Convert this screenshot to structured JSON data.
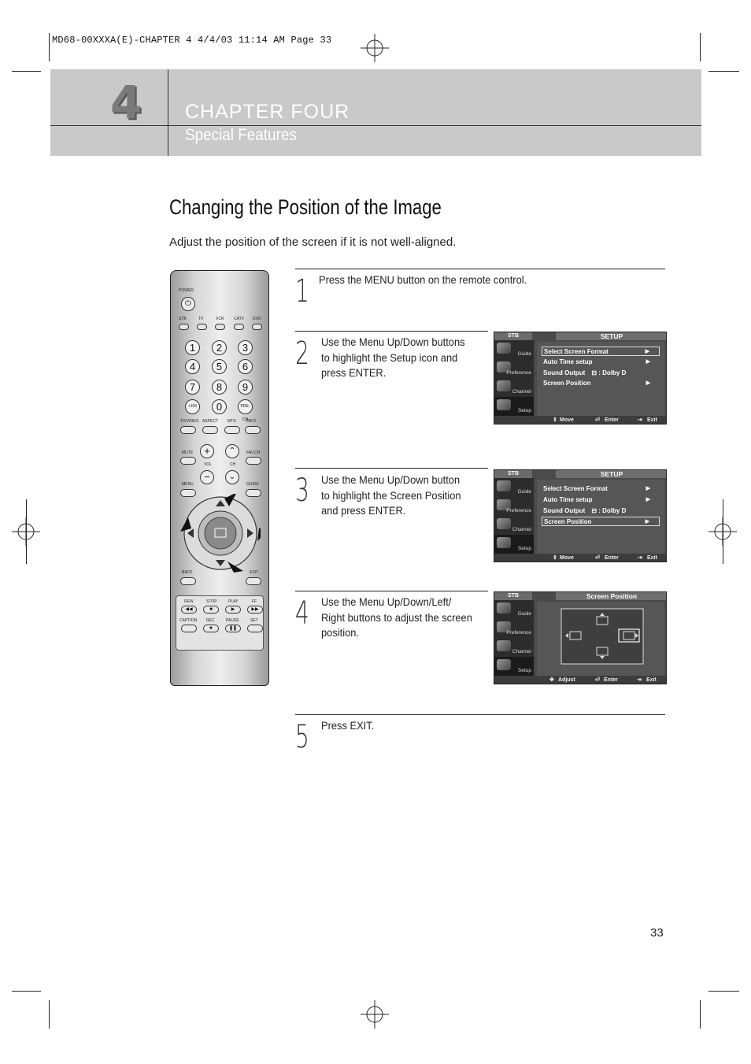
{
  "slug": "MD68-00XXXA(E)-CHAPTER 4  4/4/03  11:14 AM  Page 33",
  "header": {
    "chapter_number": "4",
    "chapter_word": "CHAPTER FOUR",
    "chapter_subtitle": "Special Features"
  },
  "title": "Changing the Position of the Image",
  "intro": "Adjust the position of the screen if it is not well-aligned.",
  "steps": [
    {
      "num": "1",
      "text": "Press the MENU button on the remote control."
    },
    {
      "num": "2",
      "lines": [
        "Use the Menu Up/Down buttons",
        "to highlight the Setup icon and",
        "press ENTER."
      ]
    },
    {
      "num": "3",
      "lines": [
        "Use the Menu Up/Down button",
        "to highlight the Screen Position",
        "and press ENTER."
      ]
    },
    {
      "num": "4",
      "lines": [
        "Use the Menu Up/Down/Left/",
        "Right buttons to adjust the screen",
        "position."
      ]
    },
    {
      "num": "5",
      "text": "Press EXIT."
    }
  ],
  "osd": {
    "tab": "STB",
    "setup_title": "SETUP",
    "position_title": "Screen Position",
    "menu_items": [
      "Select Screen Format",
      "Auto Time setup",
      "Sound Output",
      "Screen Position"
    ],
    "sound_value": ": Dolby D",
    "side_items": [
      "Guide",
      "Preference",
      "Channel",
      "Setup"
    ],
    "bottom_move": "Move",
    "bottom_adjust": "Adjust",
    "bottom_enter": "Enter",
    "bottom_exit": "Exit"
  },
  "remote": {
    "power": "POWER",
    "sources": [
      "STB",
      "TV",
      "VCR",
      "CATV",
      "DVD"
    ],
    "numbers": [
      "1",
      "2",
      "3",
      "4",
      "5",
      "6",
      "7",
      "8",
      "9",
      "0"
    ],
    "plus100": "+100",
    "prech": "PRE-CH",
    "row_labels": [
      "TV/VIDEO",
      "ASPECT",
      "MTS",
      "INFO"
    ],
    "mute": "MUTE",
    "vol": "VOL",
    "ch": "CH",
    "favch": "FAV.CH",
    "menu": "MENU",
    "guide": "GUIDE",
    "back": "BACK",
    "exit": "EXIT",
    "transport_top": [
      "REW",
      "STOP",
      "PLAY",
      "FF"
    ],
    "transport_bottom": [
      "CAPTION",
      "REC",
      "PAUSE",
      "SET"
    ]
  },
  "page_number": "33"
}
